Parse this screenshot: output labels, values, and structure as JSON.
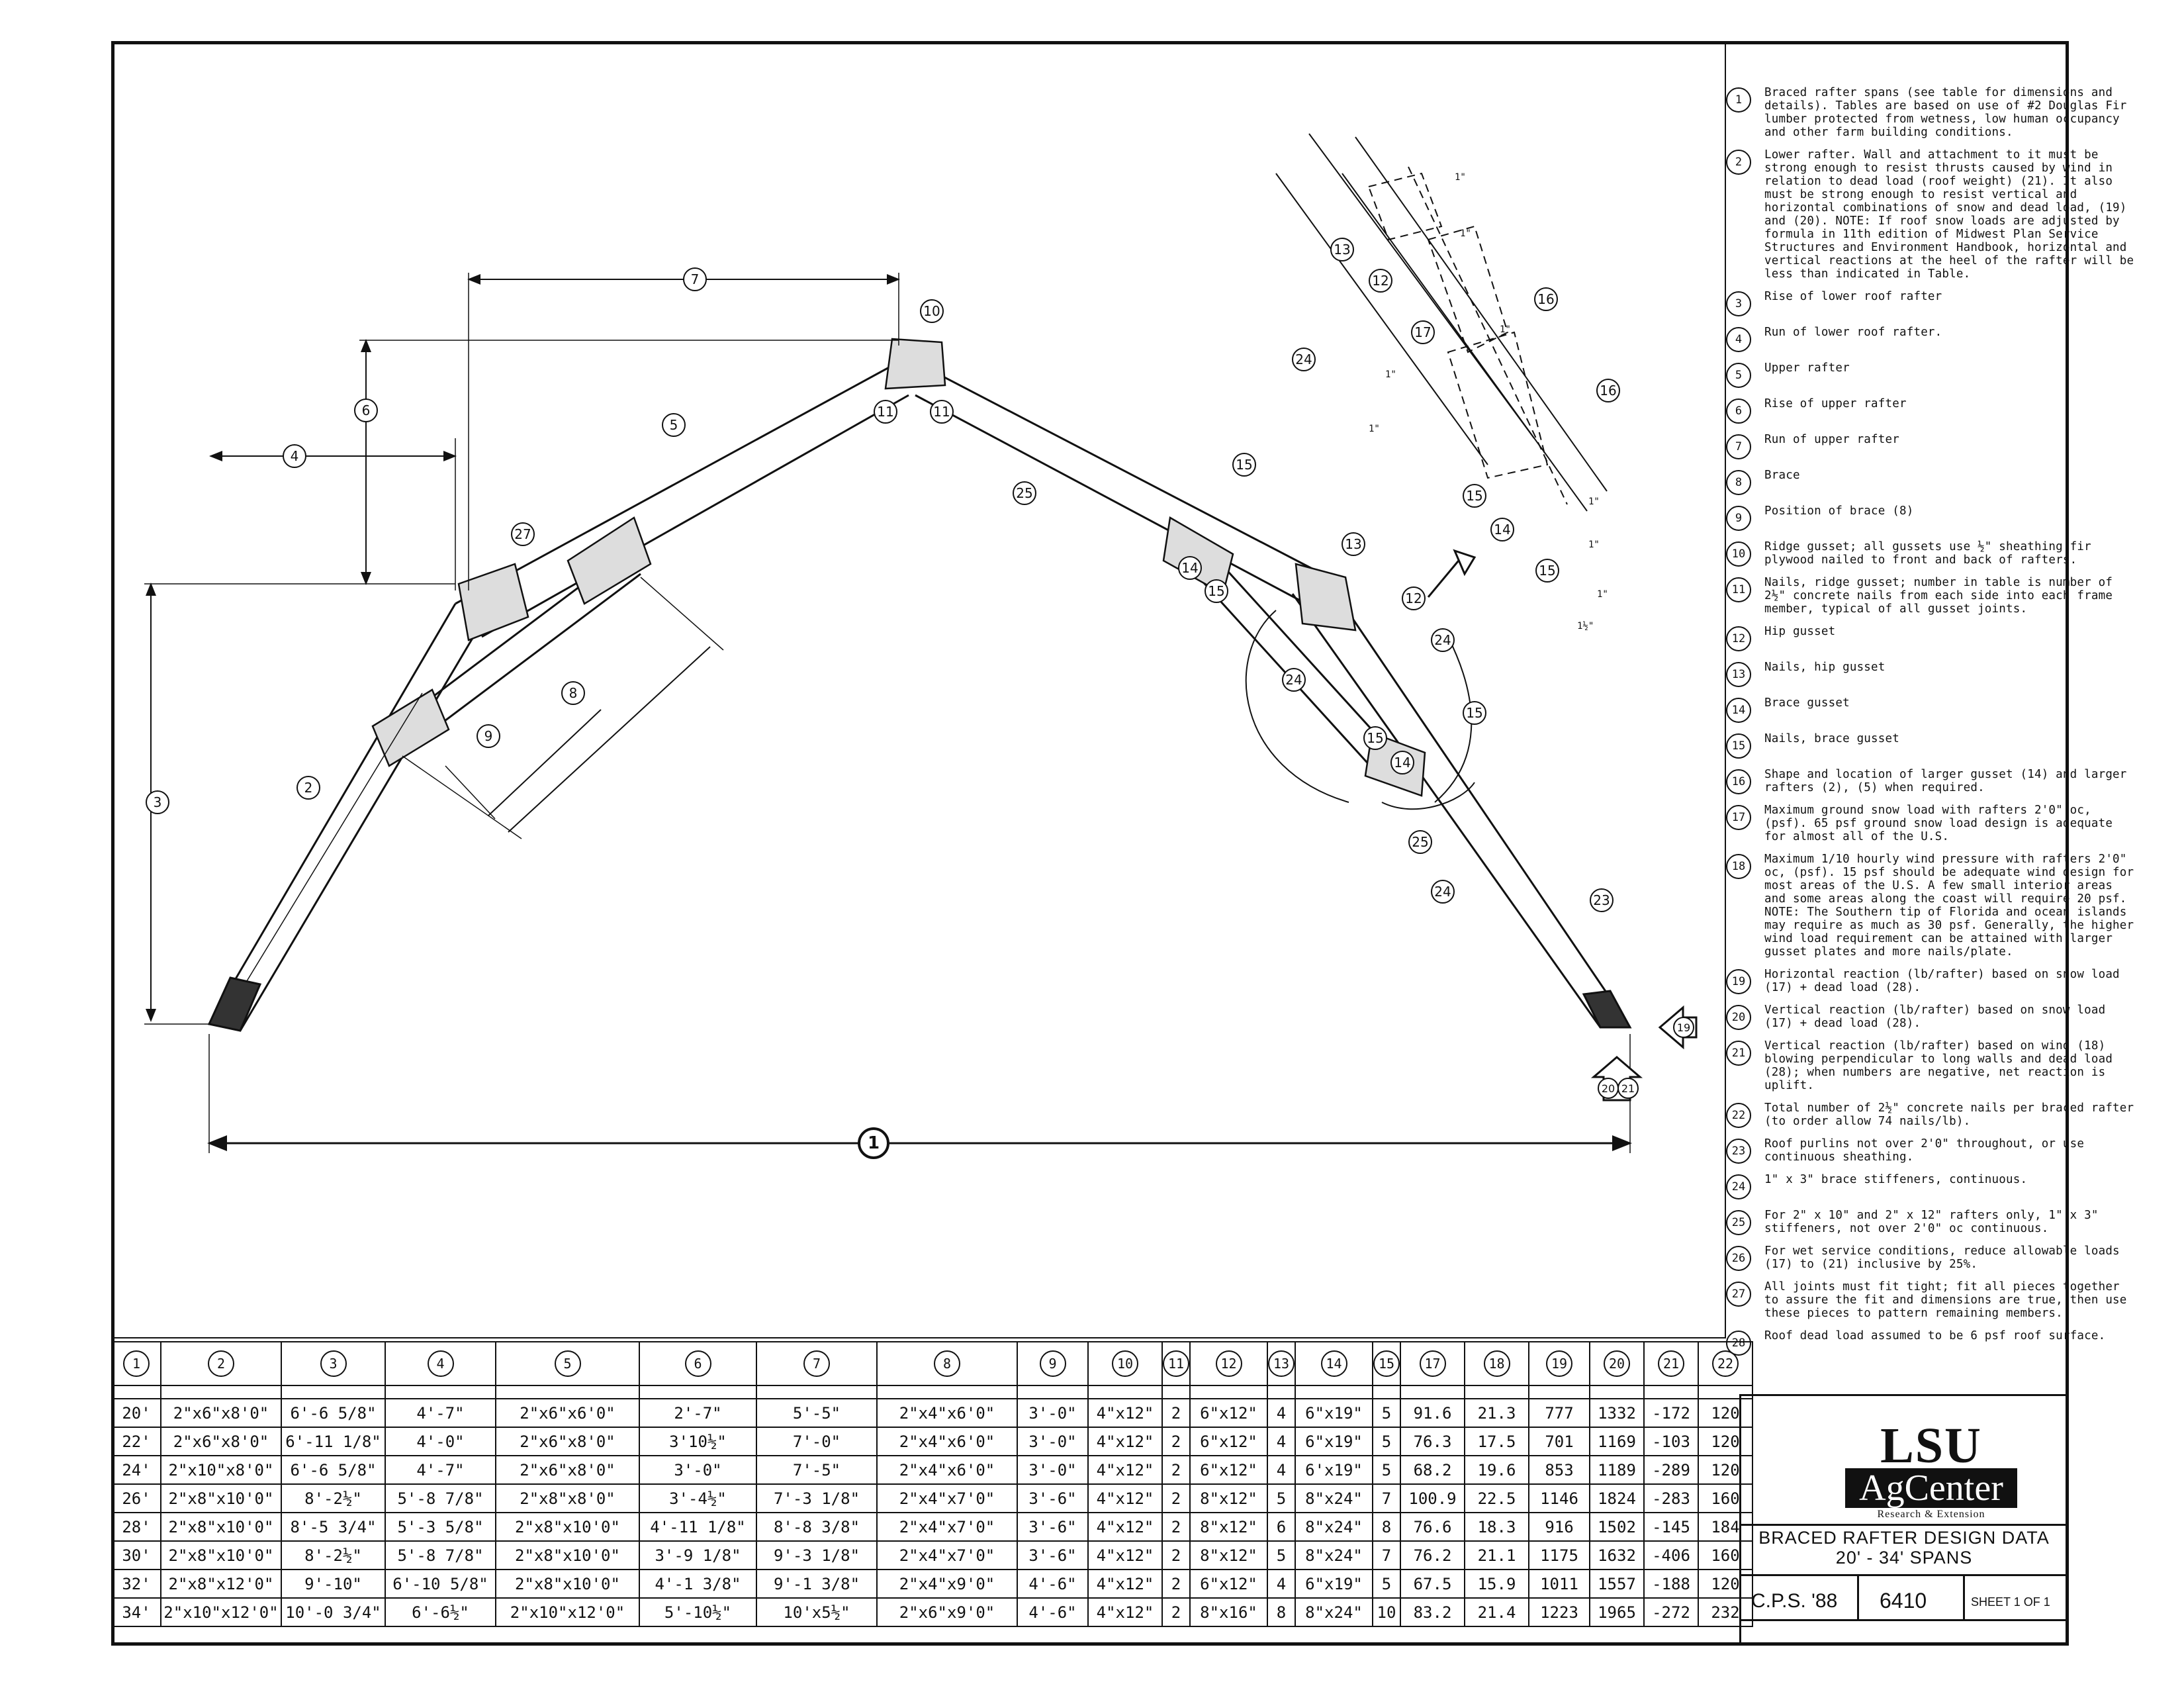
{
  "notes": [
    {
      "n": "1",
      "text": "Braced rafter spans (see table for dimensions and details). Tables are based on use of #2 Douglas Fir lumber protected from wetness, low human occupancy and other farm building conditions."
    },
    {
      "n": "2",
      "text": "Lower rafter. Wall and attachment to it must be strong enough to resist thrusts caused by wind in relation to dead load (roof weight) (21). It also must be strong enough to resist vertical and horizontal combinations of snow and dead load, (19) and (20). NOTE: If roof snow loads are adjusted by formula in 11th edition of Midwest Plan Service Structures and Environment Handbook, horizontal and vertical reactions at the heel of the rafter will be less than indicated in Table."
    },
    {
      "n": "3",
      "text": "Rise of lower roof rafter"
    },
    {
      "n": "4",
      "text": "Run of lower roof rafter."
    },
    {
      "n": "5",
      "text": "Upper rafter"
    },
    {
      "n": "6",
      "text": "Rise of upper rafter"
    },
    {
      "n": "7",
      "text": "Run of upper rafter"
    },
    {
      "n": "8",
      "text": "Brace"
    },
    {
      "n": "9",
      "text": "Position of brace (8)"
    },
    {
      "n": "10",
      "text": "Ridge gusset; all gussets use ½\" sheathing fir plywood nailed to front and back of rafters."
    },
    {
      "n": "11",
      "text": "Nails, ridge gusset; number in table is number of 2½\" concrete nails from each side into each frame member, typical of all gusset joints."
    },
    {
      "n": "12",
      "text": "Hip gusset"
    },
    {
      "n": "13",
      "text": "Nails, hip gusset"
    },
    {
      "n": "14",
      "text": "Brace gusset"
    },
    {
      "n": "15",
      "text": "Nails, brace gusset"
    },
    {
      "n": "16",
      "text": "Shape and location of larger gusset (14) and larger rafters (2), (5) when required."
    },
    {
      "n": "17",
      "text": "Maximum ground snow load with rafters 2'0\" oc, (psf). 65 psf ground snow load design is adequate for almost all of the U.S."
    },
    {
      "n": "18",
      "text": "Maximum 1/10 hourly wind pressure with rafters 2'0\" oc, (psf). 15 psf should be adequate wind design for most areas of the U.S. A few small interior areas and some areas along the coast will require 20 psf. NOTE: The Southern tip of Florida and ocean islands may require as much as 30 psf. Generally, the higher wind load requirement can be attained with larger gusset plates and more nails/plate."
    },
    {
      "n": "19",
      "text": "Horizontal reaction (lb/rafter) based on snow load (17) + dead load (28)."
    },
    {
      "n": "20",
      "text": "Vertical reaction (lb/rafter) based on snow load (17) + dead load (28)."
    },
    {
      "n": "21",
      "text": "Vertical reaction (lb/rafter) based on wind (18) blowing perpendicular to long walls and dead load (28); when numbers are negative, net reaction is uplift."
    },
    {
      "n": "22",
      "text": "Total number of 2½\" concrete nails per braced rafter (to order allow 74 nails/lb)."
    },
    {
      "n": "23",
      "text": "Roof purlins not over 2'0\" throughout, or use continuous sheathing."
    },
    {
      "n": "24",
      "text": "1\" x 3\" brace stiffeners, continuous."
    },
    {
      "n": "25",
      "text": "For 2\" x 10\" and 2\" x 12\" rafters only, 1\" x 3\" stiffeners, not over 2'0\" oc continuous."
    },
    {
      "n": "26",
      "text": "For wet service conditions, reduce allowable loads (17) to (21) inclusive by 25%."
    },
    {
      "n": "27",
      "text": "All joints must fit tight; fit all pieces together to assure the fit and dimensions are true, then use these pieces to pattern remaining members."
    },
    {
      "n": "28",
      "text": "Roof dead load assumed to be 6 psf roof surface."
    }
  ],
  "table": {
    "headers": [
      "1",
      "2",
      "3",
      "4",
      "5",
      "6",
      "7",
      "8",
      "9",
      "10",
      "11",
      "12",
      "13",
      "14",
      "15",
      "17",
      "18",
      "19",
      "20",
      "21",
      "22"
    ],
    "rows": [
      [
        "20'",
        "2\"x6\"x8'0\"",
        "6'-6 5/8\"",
        "4'-7\"",
        "2\"x6\"x6'0\"",
        "2'-7\"",
        "5'-5\"",
        "2\"x4\"x6'0\"",
        "3'-0\"",
        "4\"x12\"",
        "2",
        "6\"x12\"",
        "4",
        "6\"x19\"",
        "5",
        "91.6",
        "21.3",
        "777",
        "1332",
        "-172",
        "120"
      ],
      [
        "22'",
        "2\"x6\"x8'0\"",
        "6'-11 1/8\"",
        "4'-0\"",
        "2\"x6\"x8'0\"",
        "3'10½\"",
        "7'-0\"",
        "2\"x4\"x6'0\"",
        "3'-0\"",
        "4\"x12\"",
        "2",
        "6\"x12\"",
        "4",
        "6\"x19\"",
        "5",
        "76.3",
        "17.5",
        "701",
        "1169",
        "-103",
        "120"
      ],
      [
        "24'",
        "2\"x10\"x8'0\"",
        "6'-6 5/8\"",
        "4'-7\"",
        "2\"x6\"x8'0\"",
        "3'-0\"",
        "7'-5\"",
        "2\"x4\"x6'0\"",
        "3'-0\"",
        "4\"x12\"",
        "2",
        "6\"x12\"",
        "4",
        "6'x19\"",
        "5",
        "68.2",
        "19.6",
        "853",
        "1189",
        "-289",
        "120"
      ],
      [
        "26'",
        "2\"x8\"x10'0\"",
        "8'-2½\"",
        "5'-8 7/8\"",
        "2\"x8\"x8'0\"",
        "3'-4½\"",
        "7'-3 1/8\"",
        "2\"x4\"x7'0\"",
        "3'-6\"",
        "4\"x12\"",
        "2",
        "8\"x12\"",
        "5",
        "8\"x24\"",
        "7",
        "100.9",
        "22.5",
        "1146",
        "1824",
        "-283",
        "160"
      ],
      [
        "28'",
        "2\"x8\"x10'0\"",
        "8'-5 3/4\"",
        "5'-3 5/8\"",
        "2\"x8\"x10'0\"",
        "4'-11 1/8\"",
        "8'-8 3/8\"",
        "2\"x4\"x7'0\"",
        "3'-6\"",
        "4\"x12\"",
        "2",
        "8\"x12\"",
        "6",
        "8\"x24\"",
        "8",
        "76.6",
        "18.3",
        "916",
        "1502",
        "-145",
        "184"
      ],
      [
        "30'",
        "2\"x8\"x10'0\"",
        "8'-2½\"",
        "5'-8 7/8\"",
        "2\"x8\"x10'0\"",
        "3'-9 1/8\"",
        "9'-3 1/8\"",
        "2\"x4\"x7'0\"",
        "3'-6\"",
        "4\"x12\"",
        "2",
        "8\"x12\"",
        "5",
        "8\"x24\"",
        "7",
        "76.2",
        "21.1",
        "1175",
        "1632",
        "-406",
        "160"
      ],
      [
        "32'",
        "2\"x8\"x12'0\"",
        "9'-10\"",
        "6'-10 5/8\"",
        "2\"x8\"x10'0\"",
        "4'-1 3/8\"",
        "9'-1 3/8\"",
        "2\"x4\"x9'0\"",
        "4'-6\"",
        "4\"x12\"",
        "2",
        "6\"x12\"",
        "4",
        "6\"x19\"",
        "5",
        "67.5",
        "15.9",
        "1011",
        "1557",
        "-188",
        "120"
      ],
      [
        "34'",
        "2\"x10\"x12'0\"",
        "10'-0 3/4\"",
        "6'-6½\"",
        "2\"x10\"x12'0\"",
        "5'-10½\"",
        "10'x5½\"",
        "2\"x6\"x9'0\"",
        "4'-6\"",
        "4\"x12\"",
        "2",
        "8\"x16\"",
        "8",
        "8\"x24\"",
        "10",
        "83.2",
        "21.4",
        "1223",
        "1965",
        "-272",
        "232"
      ]
    ]
  },
  "titleblock": {
    "logo_line1": "LSU",
    "logo_line2": "AgCenter",
    "logo_line3": "Research & Extension",
    "title_line1": "BRACED RAFTER DESIGN DATA",
    "title_line2": "20' - 34' SPANS",
    "cps": "C.P.S. '88",
    "drawing_number": "6410",
    "sheet": "SHEET 1 OF 1"
  },
  "diagram_labels": {
    "span": "1",
    "lower_rafter": "2",
    "lower_rise": "3",
    "lower_run": "4",
    "upper_rafter": "5",
    "upper_rise": "6",
    "upper_run": "7",
    "brace": "8",
    "brace_position": "9",
    "ridge_gusset": "10",
    "ridge_nails_left": "11",
    "ridge_nails_right": "11",
    "hip_gusset": "12",
    "hip_nails": "13",
    "brace_gusset_a": "14",
    "brace_gusset_b": "14",
    "brace_nails_a": "15",
    "brace_nails_b": "15",
    "brace_nails_c": "15",
    "brace_nails_d": "15",
    "horizontal_reaction": "19",
    "vertical_reaction_a": "20",
    "vertical_reaction_b": "21",
    "purlins": "23",
    "stiffener_a": "24",
    "stiffener_b": "24",
    "stiffener_c": "24",
    "stiffener_d": "24",
    "stiffener_e": "25",
    "stiffener_f": "25",
    "joint_fit": "27",
    "detail_13": "13",
    "detail_12": "12",
    "detail_17": "17",
    "detail_16a": "16",
    "detail_16b": "16",
    "detail_15a": "15",
    "detail_15b": "15",
    "detail_14": "14",
    "detail_24": "24"
  },
  "detail_dims": {
    "d1": "1\"",
    "d2": "1\"",
    "d3": "1\"",
    "d4": "1\"",
    "d5": "1\"",
    "d6": "1\"",
    "d7": "1½\"",
    "d8": "1\"",
    "d9": "1\""
  }
}
